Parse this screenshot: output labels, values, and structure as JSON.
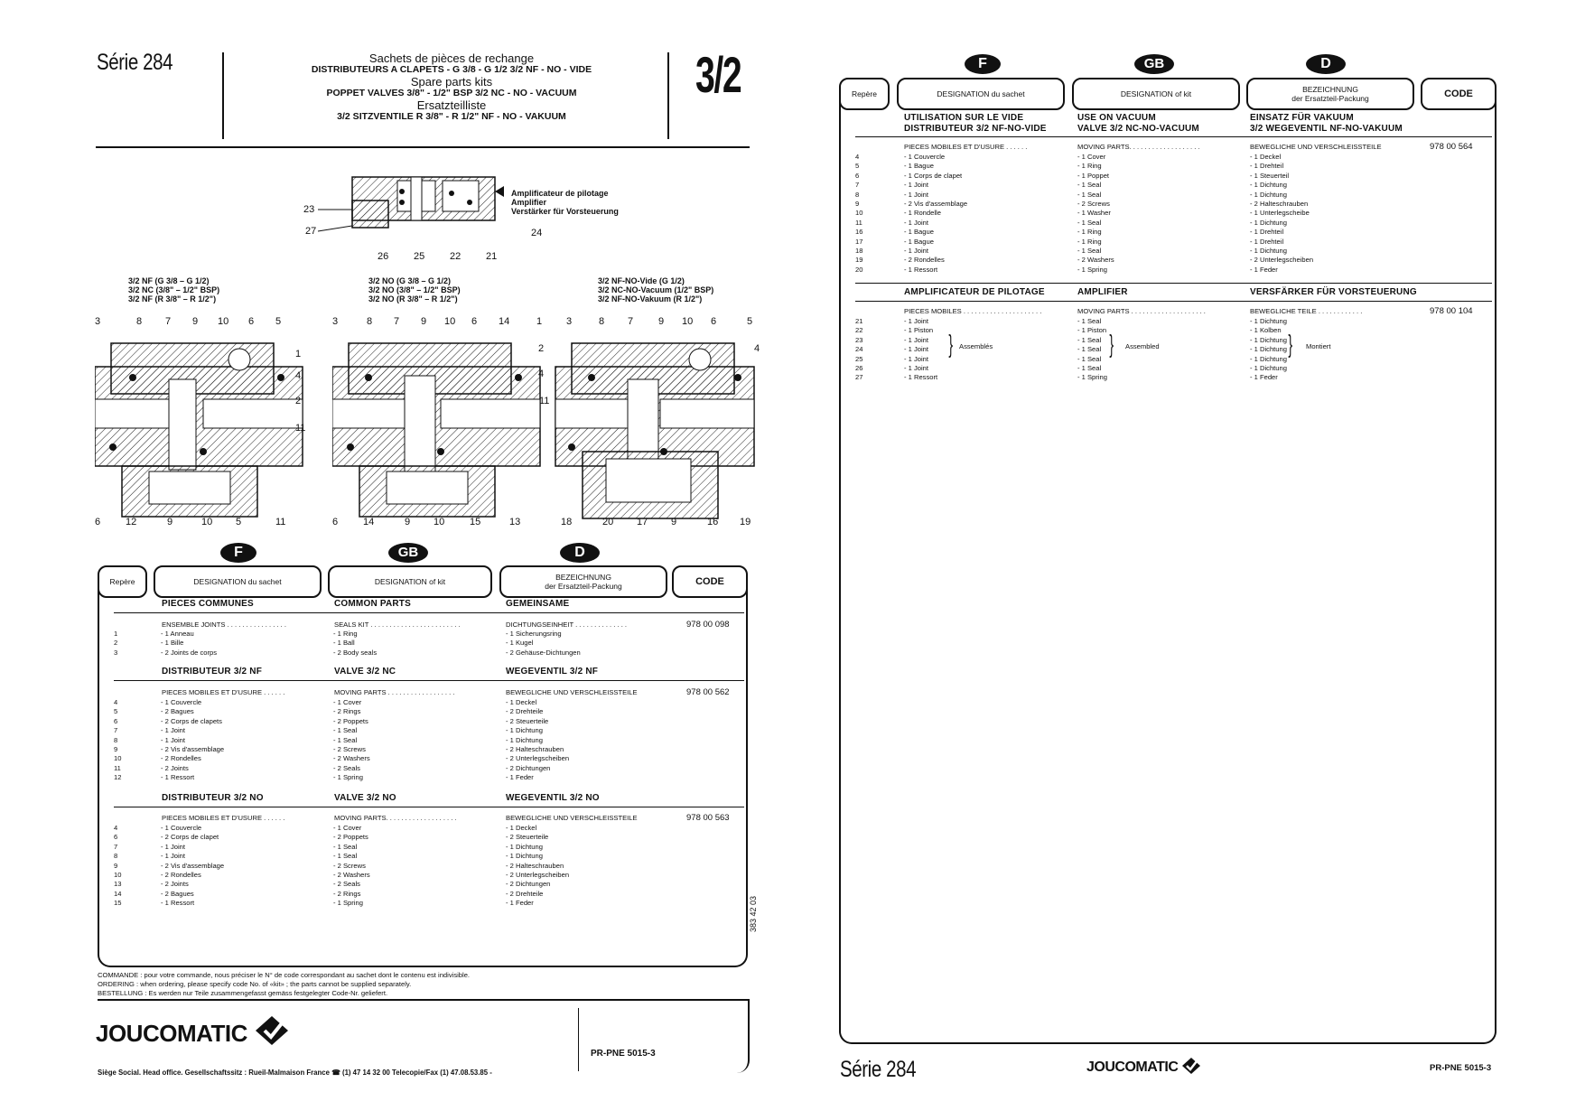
{
  "left": {
    "serie": "Série 284",
    "header_lines": [
      "Sachets de pièces de rechange",
      "DISTRIBUTEURS A CLAPETS - G 3/8 - G 1/2  3/2 NF - NO - VIDE",
      "Spare parts kits",
      "POPPET VALVES 3/8\" - 1/2\" BSP 3/2 NC - NO - VACUUM",
      "Ersatzteilliste",
      "3/2 SITZVENTILE R 3/8\" - R 1/2\" NF - NO - VAKUUM"
    ],
    "big_code": "3/2",
    "amplifier_labels": [
      "Amplificateur de pilotage",
      "Amplifier",
      "Verstärker für Vorsteuerung"
    ],
    "amp_callouts": [
      "23",
      "27",
      "26",
      "25",
      "22",
      "21",
      "24"
    ],
    "diagram_titles": [
      [
        "3/2 NF (G 3/8 – G 1/2)",
        "3/2 NC (3/8\" – 1/2\" BSP)",
        "3/2 NF (R 3/8\" – R 1/2\")"
      ],
      [
        "3/2 NO (G 3/8 – G 1/2)",
        "3/2 NO (3/8\" – 1/2\" BSP)",
        "3/2 NO (R 3/8\" – R 1/2\")"
      ],
      [
        "3/2 NF-NO-Vide (G 1/2)",
        "3/2 NC-NO-Vacuum (1/2\" BSP)",
        "3/2 NF-NO-Vakuum  (R 1/2\")"
      ]
    ],
    "diag1_top": [
      "3",
      "8",
      "7",
      "9",
      "10",
      "6",
      "5"
    ],
    "diag1_right": [
      "1",
      "4",
      "2",
      "11"
    ],
    "diag1_bottom": [
      "6",
      "12",
      "9",
      "10",
      "5",
      "11"
    ],
    "diag2_top": [
      "3",
      "8",
      "7",
      "9",
      "10",
      "6",
      "14",
      "1"
    ],
    "diag2_right": [
      "2",
      "4"
    ],
    "diag2_bottom": [
      "6",
      "14",
      "9",
      "10",
      "15",
      "13"
    ],
    "diag3_top": [
      "3",
      "8",
      "7",
      "9",
      "10",
      "6",
      "5"
    ],
    "diag3_right": [
      "4"
    ],
    "diag3_left": [
      "11"
    ],
    "diag3_bottom": [
      "18",
      "20",
      "17",
      "9",
      "16",
      "19"
    ],
    "badges": [
      "F",
      "GB",
      "D"
    ],
    "col_headers": {
      "repere": "Repère",
      "f": "DESIGNATION du sachet",
      "gb": "DESIGNATION of kit",
      "d1": "BEZEICHNUNG",
      "d2": "der Ersatzteil-Packung",
      "code": "CODE"
    },
    "sections": [
      {
        "f": "PIECES COMMUNES",
        "gb": "COMMON PARTS",
        "d": "GEMEINSAME",
        "group_f": "ENSEMBLE JOINTS . . . . . . . . . . . . . . . .",
        "group_gb": "SEALS KIT . . . . . . . . . . . . . . . . . . . . . . . .",
        "group_d": "DICHTUNGSEINHEIT . . . . . . . . . . . . . .",
        "code": "978 00 098",
        "rows": [
          [
            "1",
            "- 1 Anneau",
            "- 1 Ring",
            "- 1 Sicherungsring"
          ],
          [
            "2",
            "- 1 Bille",
            "- 1 Ball",
            "- 1 Kugel"
          ],
          [
            "3",
            "- 2 Joints de corps",
            "- 2 Body seals",
            "- 2 Gehäuse-Dichtungen"
          ]
        ]
      },
      {
        "f": "DISTRIBUTEUR 3/2 NF",
        "gb": "VALVE 3/2 NC",
        "d": "WEGEVENTIL 3/2 NF",
        "group_f": "PIECES MOBILES ET D'USURE . . . . . .",
        "group_gb": "MOVING PARTS . . . . . . . . . . . . . . . . . .",
        "group_d": "BEWEGLICHE UND VERSCHLEISSTEILE",
        "code": "978 00 562",
        "rows": [
          [
            "4",
            "- 1 Couvercle",
            "- 1 Cover",
            "- 1 Deckel"
          ],
          [
            "5",
            "- 2 Bagues",
            "- 2 Rings",
            "- 2 Drehteile"
          ],
          [
            "6",
            "- 2 Corps de clapets",
            "- 2 Poppets",
            "- 2 Steuerteile"
          ],
          [
            "7",
            "- 1 Joint",
            "- 1 Seal",
            "- 1 Dichtung"
          ],
          [
            "8",
            "- 1 Joint",
            "- 1 Seal",
            "- 1 Dichtung"
          ],
          [
            "9",
            "- 2 Vis d'assemblage",
            "- 2 Screws",
            "- 2 Halteschrauben"
          ],
          [
            "10",
            "- 2 Rondelles",
            "- 2 Washers",
            "- 2 Unterlegscheiben"
          ],
          [
            "11",
            "- 2 Joints",
            "- 2 Seals",
            "- 2 Dichtungen"
          ],
          [
            "12",
            "- 1 Ressort",
            "- 1 Spring",
            "- 1 Feder"
          ]
        ]
      },
      {
        "f": "DISTRIBUTEUR 3/2 NO",
        "gb": "VALVE 3/2 NO",
        "d": "WEGEVENTIL 3/2 NO",
        "group_f": "PIECES MOBILES ET D'USURE . . . . . .",
        "group_gb": "MOVING PARTS. . . . . . . . . . . . . . . . . . .",
        "group_d": "BEWEGLICHE UND VERSCHLEISSTEILE",
        "code": "978 00 563",
        "rows": [
          [
            "4",
            "- 1 Couvercle",
            "- 1 Cover",
            "- 1 Deckel"
          ],
          [
            "6",
            "- 2 Corps de clapet",
            "- 2 Poppets",
            "- 2 Steuerteile"
          ],
          [
            "7",
            "- 1 Joint",
            "- 1 Seal",
            "- 1 Dichtung"
          ],
          [
            "8",
            "- 1 Joint",
            "- 1 Seal",
            "- 1 Dichtung"
          ],
          [
            "9",
            "- 2 Vis d'assemblage",
            "- 2 Screws",
            "- 2 Halteschrauben"
          ],
          [
            "10",
            "- 2 Rondelles",
            "- 2 Washers",
            "- 2 Unterlegscheiben"
          ],
          [
            "13",
            "- 2 Joints",
            "- 2 Seals",
            "- 2 Dichtungen"
          ],
          [
            "14",
            "- 2 Bagues",
            "- 2 Rings",
            "- 2 Drehteile"
          ],
          [
            "15",
            "- 1 Ressort",
            "- 1 Spring",
            "- 1 Feder"
          ]
        ]
      }
    ],
    "side_number": "383 42 03",
    "notes": [
      "COMMANDE : pour votre commande, nous préciser le N° de code correspondant au sachet dont le contenu est indivisible.",
      "ORDERING : when ordering, please specify code No. of «kit» ; the parts cannot be supplied separately.",
      "BESTELLUNG : Es werden nur Teile zusammengefasst gemäss festgelegter Code-Nr. geliefert."
    ],
    "logo": "JOUCOMATIC",
    "doc_ref": "PR-PNE 5015-3",
    "address": "Siège Social. Head office. Gesellschaftssitz : Rueil-Malmaison France  ☎ (1)  47 14 32 00 Telecopie/Fax (1) 47.08.53.85 -"
  },
  "right": {
    "badges": [
      "F",
      "GB",
      "D"
    ],
    "col_headers": {
      "repere": "Repère",
      "f": "DESIGNATION du sachet",
      "gb": "DESIGNATION of kit",
      "d1": "BEZEICHNUNG",
      "d2": "der Ersatzteil-Packung",
      "code": "CODE"
    },
    "sections": [
      {
        "f1": "UTILISATION SUR LE VIDE",
        "f2": "DISTRIBUTEUR 3/2 NF-NO-VIDE",
        "gb1": "USE ON VACUUM",
        "gb2": "VALVE 3/2 NC-NO-VACUUM",
        "d1": "EINSATZ FÜR VAKUUM",
        "d2": "3/2 WEGEVENTIL NF-NO-VAKUUM",
        "group_f": "PIECES MOBILES ET D'USURE . . . . . .",
        "group_gb": "MOVING PARTS. . . . . . . . . . . . . . . . . . .",
        "group_d": "BEWEGLICHE UND VERSCHLEISSTEILE",
        "code": "978 00 564",
        "rows": [
          [
            "4",
            "- 1 Couvercle",
            "- 1 Cover",
            "- 1 Deckel"
          ],
          [
            "5",
            "- 1 Bague",
            "- 1 Ring",
            "- 1 Drehteil"
          ],
          [
            "6",
            "- 1 Corps de clapet",
            "- 1 Poppet",
            "- 1 Steuerteil"
          ],
          [
            "7",
            "- 1 Joint",
            "- 1 Seal",
            "- 1 Dichtung"
          ],
          [
            "8",
            "- 1 Joint",
            "- 1 Seal",
            "- 1 Dichtung"
          ],
          [
            "9",
            "- 2 Vis d'assemblage",
            "- 2 Screws",
            "- 2 Halteschrauben"
          ],
          [
            "10",
            "- 1 Rondelle",
            "- 1 Washer",
            "- 1 Unterlegscheibe"
          ],
          [
            "11",
            "- 1 Joint",
            "- 1 Seal",
            "- 1 Dichtung"
          ],
          [
            "16",
            "- 1 Bague",
            "- 1 Ring",
            "- 1 Drehteil"
          ],
          [
            "17",
            "- 1 Bague",
            "- 1 Ring",
            "- 1 Drehteil"
          ],
          [
            "18",
            "- 1 Joint",
            "- 1 Seal",
            "- 1 Dichtung"
          ],
          [
            "19",
            "- 2 Rondelles",
            "- 2 Washers",
            "- 2 Unterlegscheiben"
          ],
          [
            "20",
            "- 1 Ressort",
            "- 1 Spring",
            "- 1 Feder"
          ]
        ]
      },
      {
        "f1": "AMPLIFICATEUR DE PILOTAGE",
        "gb1": "AMPLIFIER",
        "d1": "VERSFÄRKER FÜR VORSTEUERUNG",
        "group_f": "PIECES MOBILES . . . . . . . . . . . . . . . . . . . . .",
        "group_gb": "MOVING PARTS . . . . . . . . . . . . . . . . . . . .",
        "group_d": "BEWEGLICHE TEILE . . . . . . . . . . . .",
        "code": "978 00 104",
        "assembled": [
          "Assemblés",
          "Assembled",
          "Montiert"
        ],
        "rows": [
          [
            "21",
            "- 1 Joint",
            "- 1 Seal",
            "- 1 Dichtung"
          ],
          [
            "22",
            "- 1 Piston",
            "- 1 Piston",
            "- 1 Kolben"
          ],
          [
            "23",
            "- 1 Joint",
            "- 1 Seal",
            "- 1 Dichtung"
          ],
          [
            "24",
            "- 1 Joint",
            "- 1 Seal",
            "- 1 Dichtung"
          ],
          [
            "25",
            "- 1 Joint",
            "- 1 Seal",
            "- 1 Dichtung"
          ],
          [
            "26",
            "- 1 Joint",
            "- 1 Seal",
            "- 1 Dichtung"
          ],
          [
            "27",
            "- 1 Ressort",
            "- 1 Spring",
            "- 1 Feder"
          ]
        ]
      }
    ],
    "serie": "Série 284",
    "logo": "JOUCOMATIC",
    "doc_ref": "PR-PNE 5015-3"
  }
}
